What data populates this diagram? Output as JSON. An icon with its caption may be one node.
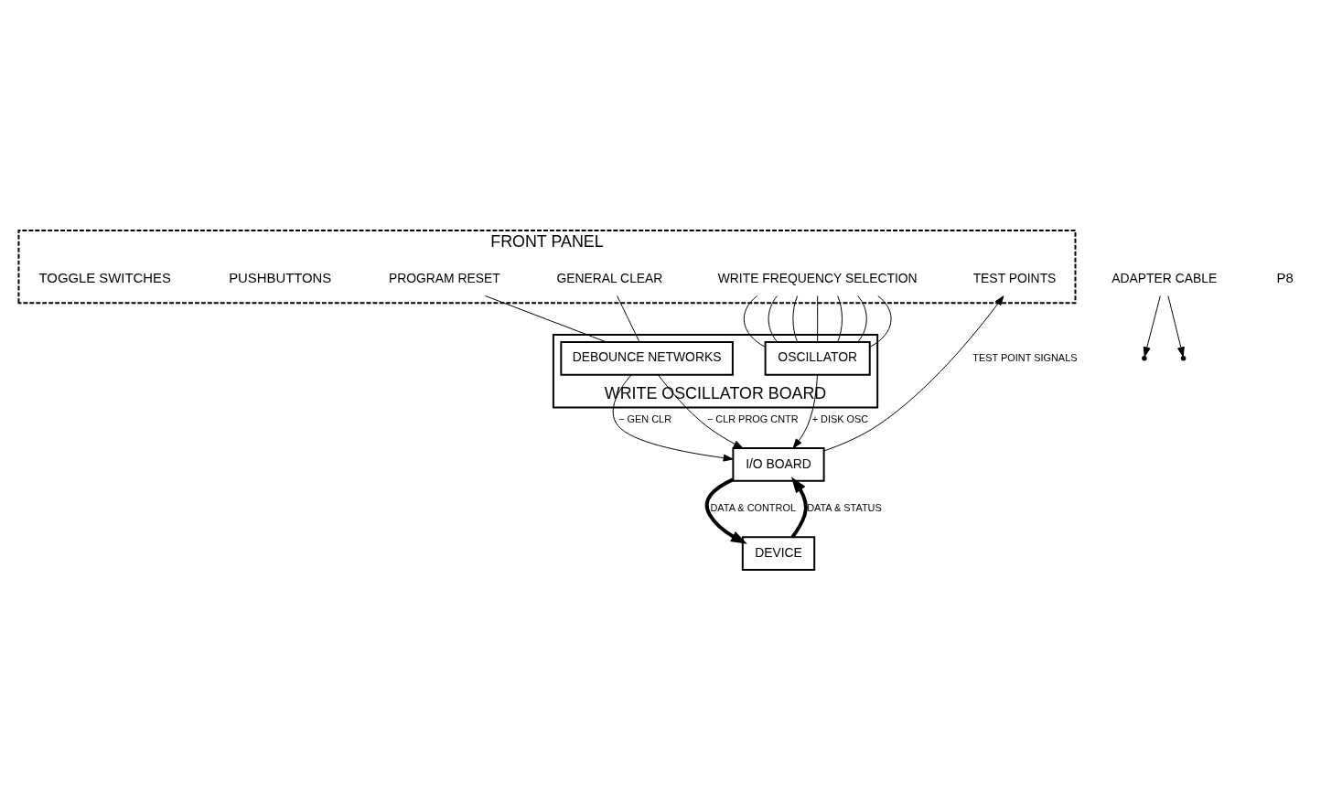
{
  "diagram": {
    "nodes": [
      {
        "text": [
          "FRONT PANEL"
        ]
      },
      {
        "text": [
          "PROGRAM RESET"
        ],
        "in": 0
      },
      {
        "text": [
          "GENERAL CLEAR"
        ],
        "in": 0
      },
      {
        "text": [
          "WRITE FREQUENCY SELECTION"
        ],
        "in": 0
      },
      {
        "text": [
          "TEST POINTS"
        ],
        "in": 0
      },
      {
        "text": [
          "WRITE OSCILLATOR BOARD"
        ]
      },
      {
        "text": [
          "DEBOUNCE NETWORKS"
        ],
        "in": 5
      },
      {
        "text": [
          "OSCILLATOR"
        ],
        "in": 5
      },
      {
        "text": [
          "I/O BOARD"
        ]
      },
      {
        "text": [
          "DEVICE"
        ]
      },
      {
        "text": [
          "ADAPTER CABLE"
        ]
      }
    ],
    "edges": [
      {
        "from": 1,
        "to": 6,
        "arrow": "none"
      },
      {
        "from": 2,
        "to": 6,
        "arrow": "none"
      },
      {
        "from": 3,
        "to": 7,
        "arrow": "none"
      },
      {
        "from": 3,
        "to": 7,
        "arrow": "none"
      },
      {
        "from": 3,
        "to": 7,
        "arrow": "none"
      },
      {
        "from": 3,
        "to": 7,
        "arrow": "none"
      },
      {
        "from": 3,
        "to": 7,
        "arrow": "none"
      },
      {
        "from": 3,
        "to": 7,
        "arrow": "none"
      },
      {
        "from": 3,
        "to": 7,
        "arrow": "none"
      },
      {
        "from": 8,
        "to": 4,
        "arrow": "to",
        "label": "TEST POINT SIGNALS"
      },
      {
        "from": 7,
        "to": 8,
        "arrow": "to",
        "label": "+ DISK OSC"
      },
      {
        "from": 6,
        "to": 8,
        "arrow": "to",
        "label": "− GEN CLR"
      },
      {
        "from": 6,
        "to": 8,
        "arrow": "to",
        "label": "− CLR PROG CNTR"
      },
      {
        "from": 9,
        "to": 8,
        "arrow": "to",
        "label": "DATA & STATUS",
        "style": "thick"
      },
      {
        "from": 8,
        "to": 9,
        "arrow": "to",
        "label": "DATA & CONTROL",
        "style": "thick"
      },
      {
        "from": 10,
        "to": null,
        "arrow": "to"
      },
      {
        "from": 10,
        "to": null,
        "arrow": "to"
      }
    ],
    "labels": [
      "PUSHBUTTONS",
      "TOGGLE SWITCHES",
      "P8"
    ]
  }
}
